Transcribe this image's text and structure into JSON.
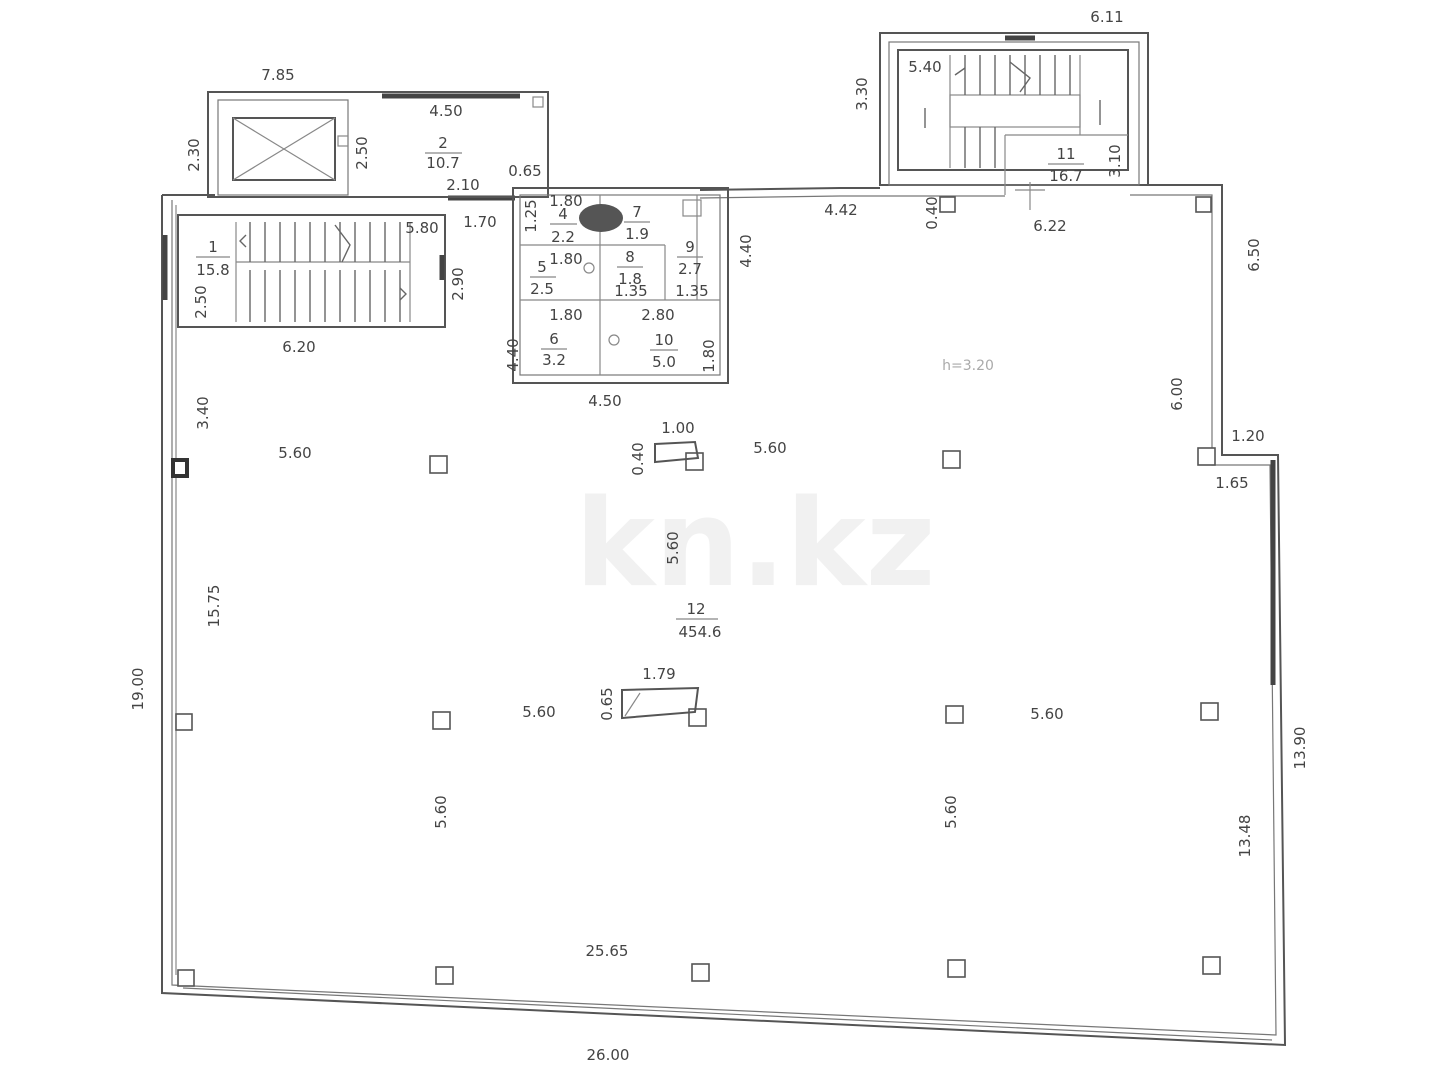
{
  "watermark": "kn.kz",
  "height_label": "h=3.20",
  "rooms": [
    {
      "num": "1",
      "area": "15.8"
    },
    {
      "num": "2",
      "area": "10.7"
    },
    {
      "num": "4",
      "area": "2.2"
    },
    {
      "num": "5",
      "area": "2.5"
    },
    {
      "num": "6",
      "area": "3.2"
    },
    {
      "num": "7",
      "area": "1.9"
    },
    {
      "num": "8",
      "area": "1.8"
    },
    {
      "num": "9",
      "area": "2.7"
    },
    {
      "num": "10",
      "area": "5.0"
    },
    {
      "num": "11",
      "area": "16.7"
    },
    {
      "num": "12",
      "area": "454.6"
    }
  ],
  "dimensions": [
    "7.85",
    "4.50",
    "2.30",
    "2.50",
    "0.65",
    "2.10",
    "1.70",
    "5.80",
    "2.90",
    "2.50",
    "6.20",
    "1.80",
    "1.25",
    "1.80",
    "1.35",
    "1.35",
    "2.80",
    "1.80",
    "4.40",
    "1.80",
    "4.50",
    "4.40",
    "6.11",
    "5.40",
    "3.30",
    "3.10",
    "4.42",
    "0.40",
    "6.22",
    "6.50",
    "6.00",
    "1.20",
    "1.65",
    "3.40",
    "5.60",
    "1.00",
    "0.40",
    "5.60",
    "5.60",
    "15.75",
    "19.00",
    "1.79",
    "0.65",
    "5.60",
    "5.60",
    "5.60",
    "5.60",
    "13.90",
    "13.48",
    "25.65",
    "26.00"
  ]
}
